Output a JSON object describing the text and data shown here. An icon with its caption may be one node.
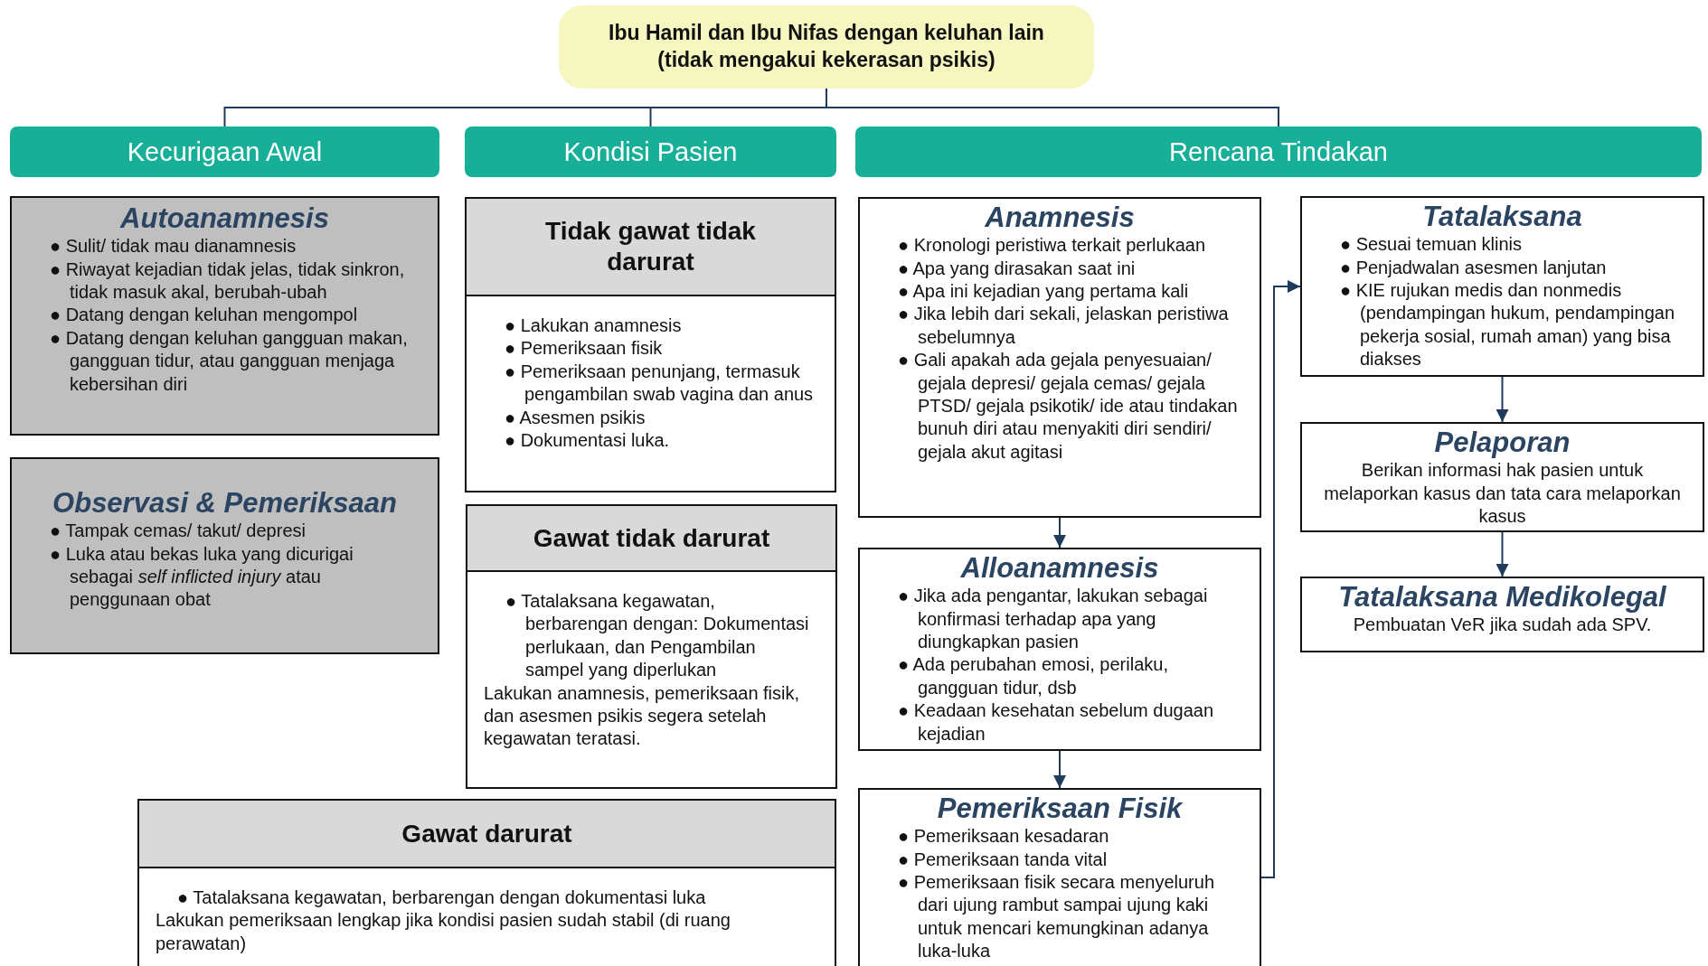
{
  "diagram": {
    "nodes": [
      {
        "text": [
          "Ibu Hamil dan Ibu Nifas dengan keluhan lain (tidak mengakui kekerasan psikis)"
        ]
      },
      {
        "text": [
          "Kecurigaan Awal"
        ]
      },
      {
        "text": [
          "Kondisi Pasien"
        ]
      },
      {
        "text": [
          "Rencana Tindakan"
        ]
      },
      {
        "text": [
          "Autoanamnesis",
          "● Sulit/ tidak mau dianamnesis",
          "● Riwayat kejadian tidak jelas, tidak sinkron, tidak masuk akal, berubah-ubah",
          "● Datang dengan keluhan mengompol",
          "● Datang dengan keluhan gangguan makan, gangguan tidur, atau gangguan menjaga kebersihan diri"
        ]
      },
      {
        "text": [
          "Observasi & Pemeriksaan",
          "● Tampak cemas/  takut/ depresi",
          "● Luka atau bekas luka yang dicurigai sebagai *self inflicted injury* atau penggunaan obat"
        ]
      },
      {
        "text": [
          "Tidak gawat tidak darurat",
          "● Lakukan anamnesis",
          "● Pemeriksaan fisik",
          "● Pemeriksaan penunjang, termasuk pengambilan swab vagina dan anus",
          "● Asesmen psikis",
          "● Dokumentasi luka."
        ]
      },
      {
        "text": [
          "Gawat tidak darurat",
          "● Tatalaksana kegawatan, berbarengan dengan: Dokumentasi perlukaan, dan Pengambilan sampel yang diperlukan",
          "Lakukan anamnesis, pemeriksaan fisik, dan asesmen psikis segera setelah kegawatan teratasi."
        ]
      },
      {
        "text": [
          "Gawat  darurat",
          "● Tatalaksana kegawatan, berbarengan dengan dokumentasi luka",
          "Lakukan pemeriksaan lengkap jika kondisi pasien sudah stabil (di ruang perawatan)"
        ]
      },
      {
        "text": [
          "Anamnesis",
          "● Kronologi peristiwa terkait perlukaan",
          "● Apa yang dirasakan saat ini",
          "● Apa ini kejadian yang pertama kali",
          "● Jika lebih dari sekali, jelaskan peristiwa sebelumnya",
          "● Gali apakah ada gejala penyesuaian/ gejala depresi/ gejala cemas/ gejala PTSD/ gejala psikotik/ ide atau tindakan bunuh diri atau menyakiti diri sendiri/ gejala akut agitasi"
        ]
      },
      {
        "text": [
          "Alloanamnesis",
          "● Jika ada pengantar, lakukan sebagai konfirmasi terhadap apa yang diungkapkan pasien",
          "● Ada perubahan emosi, perilaku, gangguan tidur, dsb",
          "● Keadaan kesehatan sebelum dugaan kejadian"
        ]
      },
      {
        "text": [
          "Pemeriksaan Fisik",
          "● Pemeriksaan kesadaran",
          "● Pemeriksaan tanda vital",
          "● Pemeriksaan fisik secara menyeluruh dari ujung rambut sampai ujung kaki untuk mencari kemungkinan adanya luka-luka"
        ]
      },
      {
        "text": [
          "Tatalaksana",
          "● Sesuai temuan klinis",
          "● Penjadwalan asesmen lanjutan",
          "● KIE rujukan medis dan nonmedis (pendampingan hukum, pendampingan pekerja sosial, rumah aman) yang bisa diakses"
        ]
      },
      {
        "text": [
          "Pelaporan",
          "Berikan informasi hak pasien untuk melaporkan kasus dan tata cara melaporkan kasus"
        ]
      },
      {
        "text": [
          "Tatalaksana Medikolegal",
          "Pembuatan VeR jika sudah ada SPV."
        ]
      }
    ],
    "edges": [
      {
        "from": 0,
        "to": 1,
        "arrow": "none"
      },
      {
        "from": 0,
        "to": 2,
        "arrow": "none"
      },
      {
        "from": 0,
        "to": 3,
        "arrow": "none"
      },
      {
        "from": 9,
        "to": 10,
        "arrow": "to"
      },
      {
        "from": 10,
        "to": 11,
        "arrow": "to"
      },
      {
        "from": 11,
        "to": 12,
        "arrow": "to"
      },
      {
        "from": 12,
        "to": 13,
        "arrow": "to"
      },
      {
        "from": 13,
        "to": 14,
        "arrow": "to"
      }
    ]
  }
}
